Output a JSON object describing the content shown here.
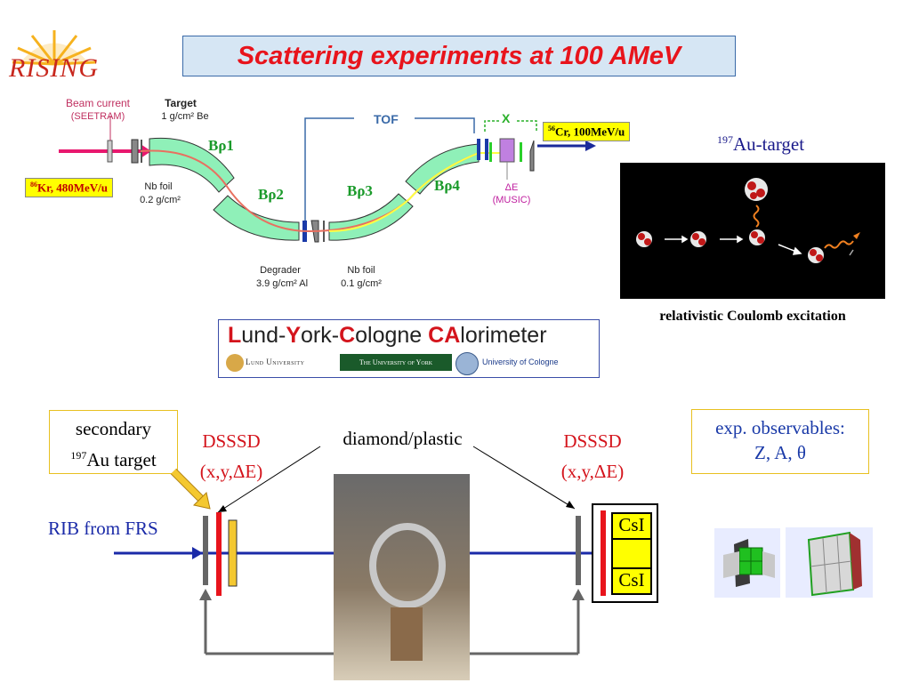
{
  "logo": {
    "text": "RISING"
  },
  "title": "Scattering experiments at 100 AMeV",
  "beamline": {
    "beam_current_label": "Beam current",
    "seetram_label": "(SEETRAM)",
    "target_label": "Target",
    "target_value": "1 g/cm² Be",
    "nb_foil_1_label": "Nb foil",
    "nb_foil_1_value": "0.2 g/cm²",
    "degrader_label": "Degrader",
    "degrader_value": "3.9 g/cm² Al",
    "nb_foil_2_label": "Nb foil",
    "nb_foil_2_value": "0.1 g/cm²",
    "tof_label": "TOF",
    "x_label": "X",
    "delta_e_label": "ΔE",
    "music_label": "(MUSIC)",
    "brho1": "Bρ1",
    "brho2": "Bρ2",
    "brho3": "Bρ3",
    "brho4": "Bρ4",
    "primary_beam_mass": "86",
    "primary_beam_text": "Kr, 480MeV/u",
    "secondary_beam_mass": "56",
    "secondary_beam_text": "Cr, 100MeV/u"
  },
  "coulex": {
    "target_mass": "197",
    "target_text": "Au-target",
    "caption": "relativistic Coulomb excitation"
  },
  "lycca": {
    "L": "L",
    "und": "und-",
    "Y": "Y",
    "ork": "ork-",
    "C": "C",
    "ologne": "ologne ",
    "CA": "CA",
    "lorimeter": "lorimeter",
    "lund": "Lund University",
    "york": "The University of York",
    "cologne": "University of Cologne"
  },
  "setup": {
    "secondary_line1": "secondary",
    "secondary_mass": "197",
    "secondary_line2": "Au target",
    "dsssd_left": "DSSSD",
    "dsssd_left_sub": "(x,y,ΔE)",
    "diamond": "diamond/plastic",
    "dsssd_right": "DSSSD",
    "dsssd_right_sub": "(x,y,ΔE)",
    "observables_line1": "exp. observables:",
    "observables_line2": "Z, A, θ",
    "rib": "RIB from FRS",
    "csi_top": "CsI",
    "csi_bottom": "CsI"
  },
  "colors": {
    "title_red": "#e8141c",
    "magnet_green": "#8ff0b8",
    "beam_blue": "#1a2a9a",
    "label_yellow": "#ffff00",
    "observables_blue": "#1a3aa8"
  }
}
